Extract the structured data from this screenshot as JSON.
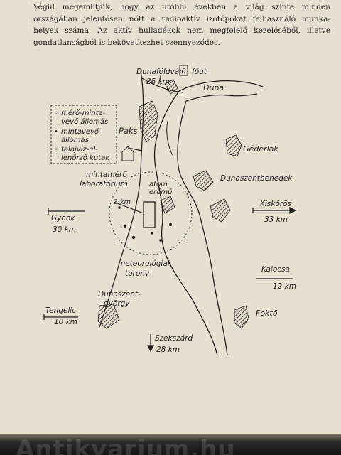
{
  "paragraph": {
    "lines": [
      "Végül megemlítjük, hogy az utóbbi években a világ szinte minden",
      "országában jelentősen nőtt a radioaktív izotópokat felhasználó munka-",
      "helyek száma. Az aktív hulladékok nem megfelelő kezeléséből, illetve",
      "gondatlanságból is bekövetkezhet szennyeződés."
    ]
  },
  "map": {
    "legend": {
      "items": [
        {
          "symbol": "◦",
          "lines": [
            "mérő-minta-",
            "vevő állomás"
          ]
        },
        {
          "symbol": "•",
          "lines": [
            "mintavevő",
            "állomás"
          ]
        },
        {
          "symbol": "◦",
          "lines": [
            "talajvíz-el-",
            "lenörző kutak"
          ]
        }
      ]
    },
    "places": {
      "dunafoldvar": {
        "name": "Dunaföldvár",
        "dist": "26 km"
      },
      "road": {
        "number": "6",
        "label": "főút"
      },
      "river": "Duna",
      "paks": "Paks",
      "lab": [
        "mintamérő",
        "laboratórium"
      ],
      "gederlak": "Géderlak",
      "dunaszentbenedek": "Dunaszentbenedek",
      "kiskoros": {
        "name": "Kiskőrös",
        "dist": "33 km"
      },
      "atomeromu": [
        "atom",
        "erőmű"
      ],
      "radius": "3 km",
      "gyonk": {
        "name": "Gyönk",
        "dist": "30 km"
      },
      "kalocsa": {
        "name": "Kalocsa",
        "dist": "12 km"
      },
      "meteo": [
        "meteorológiai",
        "torony"
      ],
      "dunaszentgyorgy": [
        "Dunaszent-",
        "györgy"
      ],
      "tengelic": {
        "name": "Tengelic",
        "dist": "10 km"
      },
      "fokto": "Foktő",
      "szekszard": {
        "name": "Szekszárd",
        "dist": "28 km"
      }
    }
  },
  "watermark": "Antikvarium.hu"
}
